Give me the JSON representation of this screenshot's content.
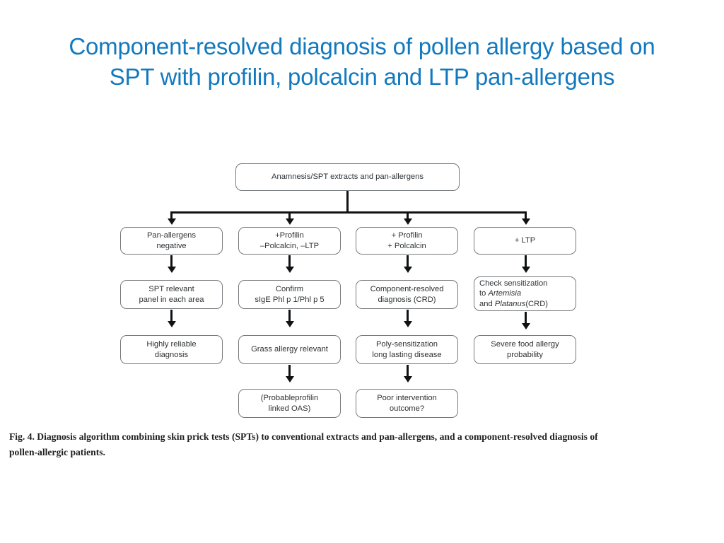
{
  "slide": {
    "title_lines": [
      "Component-resolved diagnosis of pollen allergy based on",
      "SPT with profilin, polcalcin and LTP pan-allergens"
    ],
    "title_color": "#1279be",
    "background": "#ffffff"
  },
  "figure": {
    "root": "Anamnesis/SPT extracts and pan-allergens",
    "columns": [
      {
        "id": "col-1",
        "branch_label": "Pan-allergens negative",
        "steps": [
          {
            "lines": [
              "Pan-allergens",
              "negative"
            ],
            "align": "center"
          },
          {
            "lines": [
              "SPT relevant",
              "panel in each area"
            ],
            "align": "center"
          },
          {
            "lines": [
              "Highly reliable",
              "diagnosis"
            ],
            "align": "center"
          }
        ]
      },
      {
        "id": "col-2",
        "branch_label": "+Profilin -Polcalcin, -LTP",
        "steps": [
          {
            "lines": [
              "+Profilin",
              "–Polcalcin, –LTP"
            ],
            "align": "center"
          },
          {
            "lines": [
              "Confirm",
              "sIgE Phl p 1/Phl p 5"
            ],
            "align": "center"
          },
          {
            "lines": [
              "Grass allergy relevant"
            ],
            "align": "center"
          },
          {
            "lines": [
              "(Probableprofilin",
              "linked OAS)"
            ],
            "align": "center"
          }
        ]
      },
      {
        "id": "col-3",
        "branch_label": "+ Profilin + Polcalcin",
        "steps": [
          {
            "lines": [
              "+ Profilin",
              "+ Polcalcin"
            ],
            "align": "center"
          },
          {
            "lines": [
              "Component-resolved",
              "diagnosis (CRD)"
            ],
            "align": "center"
          },
          {
            "lines": [
              "Poly-sensitization",
              "long lasting disease"
            ],
            "align": "center"
          },
          {
            "lines": [
              "Poor intervention",
              "outcome?"
            ],
            "align": "center"
          }
        ]
      },
      {
        "id": "col-4",
        "branch_label": "+ LTP",
        "steps": [
          {
            "lines": [
              "+ LTP"
            ],
            "align": "center"
          },
          {
            "lines": [
              "Check sensitization",
              "to <em>Artemisia</em>",
              "and <em>Platanus</em>(CRD)"
            ],
            "align": "left",
            "html": true
          },
          {
            "lines": [
              "Severe food allergy",
              "probability"
            ],
            "align": "center"
          }
        ]
      }
    ],
    "box_border_color": "#76797c",
    "connector_color": "#111214",
    "text_color": "#2f3133"
  },
  "caption": {
    "lines": [
      "Fig. 4. Diagnosis algorithm combining skin prick tests (SPTs) to conventional extracts and pan-allergens, and a component-resolved diagnosis of",
      "pollen-allergic patients."
    ]
  }
}
